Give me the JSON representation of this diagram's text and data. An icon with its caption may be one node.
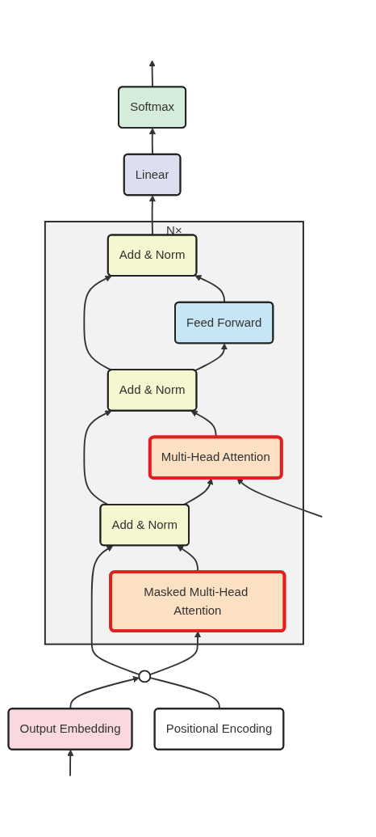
{
  "diagram": {
    "nodes": [
      {
        "text": [
          "N×"
        ]
      },
      {
        "text": [
          "Softmax"
        ]
      },
      {
        "text": [
          "Linear"
        ]
      },
      {
        "text": [
          "Add & Norm"
        ],
        "in": 0
      },
      {
        "text": [
          "Feed Forward"
        ],
        "in": 0
      },
      {
        "text": [
          "Add & Norm"
        ],
        "in": 0
      },
      {
        "text": [
          "Multi-Head Attention"
        ],
        "in": 0
      },
      {
        "text": [
          "Add & Norm"
        ],
        "in": 0
      },
      {
        "text": [
          "Masked Multi-Head Attention"
        ],
        "in": 0
      },
      {
        "text": [],
        "shape": "circle"
      },
      {
        "text": [
          "Positional Encoding"
        ]
      },
      {
        "text": [
          "Output Embedding"
        ]
      }
    ],
    "edges": [
      {
        "from": null,
        "to": 11,
        "arrow": "to"
      },
      {
        "from": 11,
        "to": 9,
        "arrow": "to"
      },
      {
        "from": 10,
        "to": 9,
        "arrow": "none"
      },
      {
        "from": 9,
        "to": 8,
        "arrow": "to"
      },
      {
        "from": 9,
        "to": 7,
        "arrow": "to"
      },
      {
        "from": 8,
        "to": 7,
        "arrow": "to"
      },
      {
        "from": 7,
        "to": 6,
        "arrow": "to"
      },
      {
        "from": 7,
        "to": 5,
        "arrow": "to"
      },
      {
        "from": null,
        "to": 6,
        "arrow": "to"
      },
      {
        "from": 6,
        "to": 5,
        "arrow": "to"
      },
      {
        "from": 5,
        "to": 4,
        "arrow": "to"
      },
      {
        "from": 5,
        "to": 3,
        "arrow": "to"
      },
      {
        "from": 4,
        "to": 3,
        "arrow": "to"
      },
      {
        "from": 3,
        "to": 2,
        "arrow": "to"
      },
      {
        "from": 2,
        "to": 1,
        "arrow": "to"
      },
      {
        "from": 1,
        "to": null,
        "arrow": "to"
      }
    ]
  }
}
